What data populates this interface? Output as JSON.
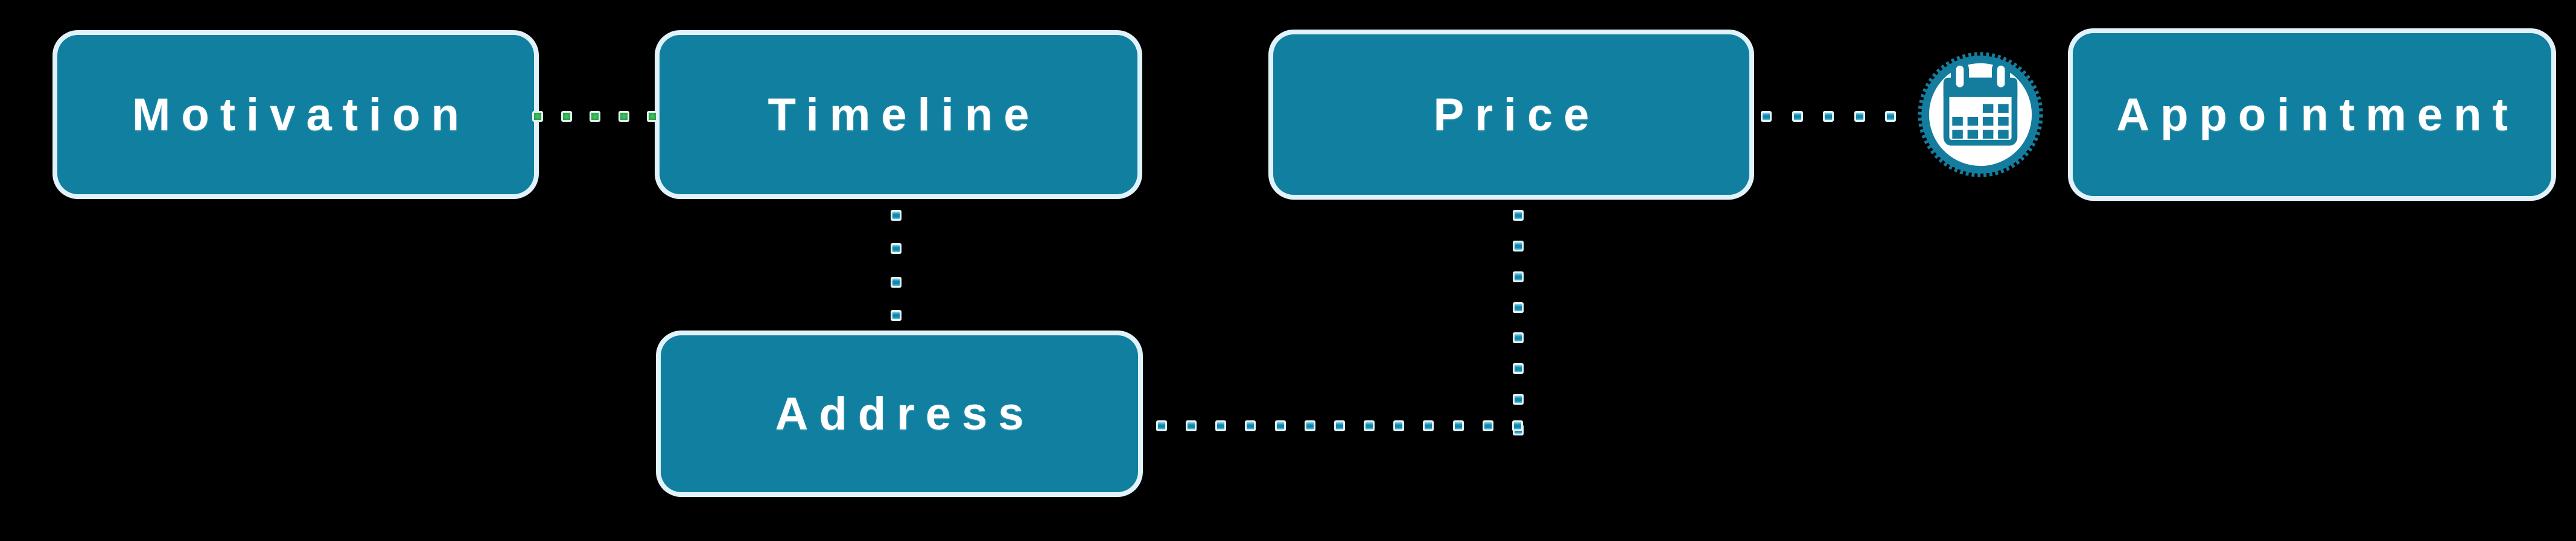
{
  "theme": {
    "background": "#000000",
    "node-fill": "#117f9f",
    "node-border": "#e2f2fa",
    "node-text": "#ffffff",
    "dot-teal": "#1187ac",
    "dot-green": "#2ba34a",
    "icon-teal": "#147d9e",
    "icon-bg": "#ffffff"
  },
  "nodes": {
    "motivation": {
      "label": "Motivation"
    },
    "timeline": {
      "label": "Timeline"
    },
    "price": {
      "label": "Price"
    },
    "appointment": {
      "label": "Appointment"
    },
    "address": {
      "label": "Address"
    }
  },
  "icons": {
    "calendar": "calendar-icon"
  },
  "connections": [
    {
      "from": "Motivation",
      "to": "Timeline",
      "style": "dotted",
      "color": "green"
    },
    {
      "from": "Timeline",
      "to": "Address",
      "style": "dotted",
      "color": "teal"
    },
    {
      "from": "Address",
      "to": "Price",
      "style": "dotted-elbow",
      "color": "teal"
    },
    {
      "from": "Price",
      "to": "Appointment",
      "style": "dotted",
      "color": "teal",
      "via": "calendar-icon"
    }
  ]
}
